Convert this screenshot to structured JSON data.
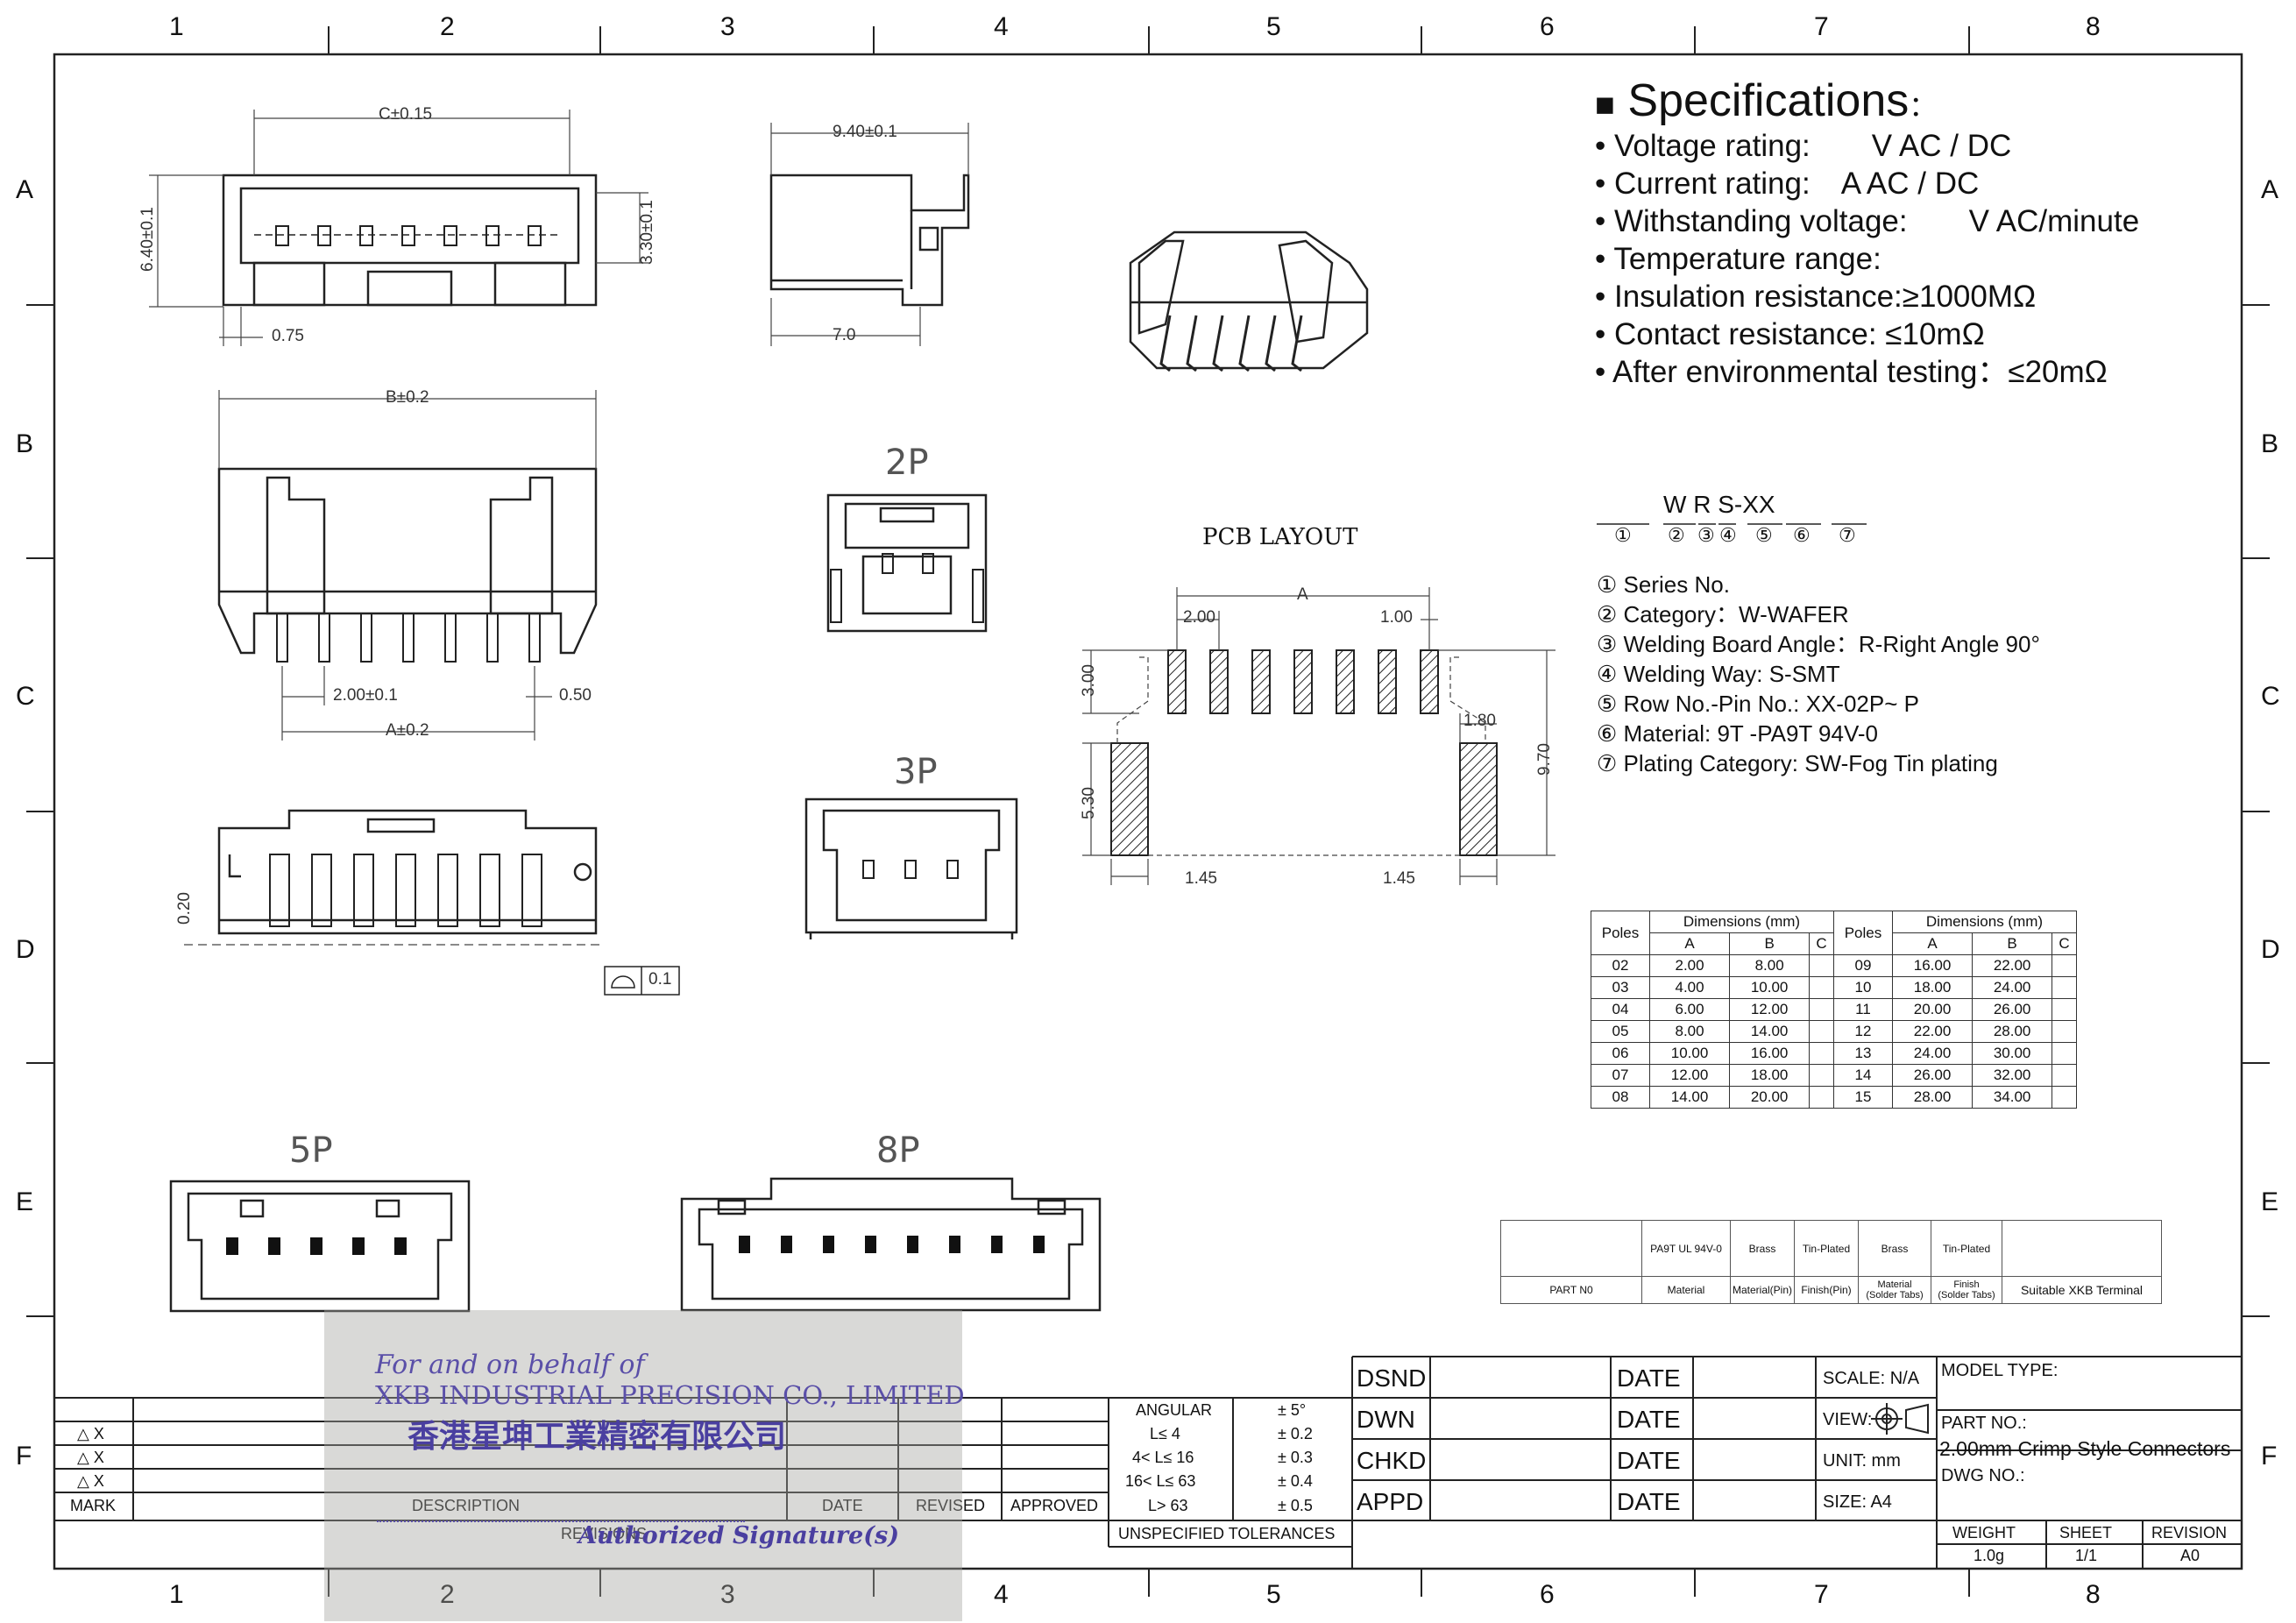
{
  "zones": {
    "cols": [
      "1",
      "2",
      "3",
      "4",
      "5",
      "6",
      "7",
      "8"
    ],
    "rows": [
      "A",
      "B",
      "C",
      "D",
      "E",
      "F"
    ]
  },
  "specs": {
    "title": "Specifications",
    "colon": "：",
    "items": [
      "Voltage rating:　　V AC / DC",
      "Current rating:　A  AC / DC",
      "Withstanding voltage:　　V AC/minute",
      "Temperature range:",
      "Insulation resistance:≥1000MΩ",
      "Contact resistance: ≤10mΩ",
      "After environmental testing：≤20mΩ"
    ]
  },
  "part_code": {
    "code": "W R S-XX",
    "circles": [
      "①",
      "②",
      "③",
      "④",
      "⑤",
      "⑥",
      "⑦"
    ],
    "items": [
      "① Series No.",
      "② Category：W-WAFER",
      "③ Welding Board Angle：R-Right Angle 90°",
      "④ Welding Way:  S-SMT",
      "⑤ Row No.-Pin No.:  XX-02P~    P",
      "⑥ Material:  9T -PA9T  94V-0",
      "⑦ Plating Category: SW-Fog Tin plating"
    ]
  },
  "pcb_layout": {
    "title": "PCB LAYOUT",
    "dims": {
      "pitch": "2.00",
      "a": "A",
      "pad_w": "1.00",
      "h300": "3.00",
      "h530": "5.30",
      "h970": "9.70",
      "d180": "1.80",
      "d145l": "1.45",
      "d145r": "1.45"
    }
  },
  "views": {
    "top": {
      "c": "C±0.15",
      "h": "6.40±0.1",
      "h2": "3.30±0.1",
      "d075": "0.75"
    },
    "side": {
      "w": "9.40±0.1",
      "d7": "7.0"
    },
    "front": {
      "b": "B±0.2",
      "pitch": "2.00±0.1",
      "d050": "0.50",
      "a": "A±0.2"
    },
    "bottom": {
      "d020": "0.20",
      "flat": "0.1"
    }
  },
  "variant_labels": {
    "p2": "2P",
    "p3": "3P",
    "p5": "5P",
    "p8": "8P"
  },
  "dim_table": {
    "head_poles": "Poles",
    "head_dim": "Dimensions (mm)",
    "cols": [
      "A",
      "B",
      "C"
    ],
    "left": [
      [
        "02",
        "2.00",
        "8.00",
        ""
      ],
      [
        "03",
        "4.00",
        "10.00",
        ""
      ],
      [
        "04",
        "6.00",
        "12.00",
        ""
      ],
      [
        "05",
        "8.00",
        "14.00",
        ""
      ],
      [
        "06",
        "10.00",
        "16.00",
        ""
      ],
      [
        "07",
        "12.00",
        "18.00",
        ""
      ],
      [
        "08",
        "14.00",
        "20.00",
        ""
      ]
    ],
    "right": [
      [
        "09",
        "16.00",
        "22.00",
        ""
      ],
      [
        "10",
        "18.00",
        "24.00",
        ""
      ],
      [
        "11",
        "20.00",
        "26.00",
        ""
      ],
      [
        "12",
        "22.00",
        "28.00",
        ""
      ],
      [
        "13",
        "24.00",
        "30.00",
        ""
      ],
      [
        "14",
        "26.00",
        "32.00",
        ""
      ],
      [
        "15",
        "28.00",
        "34.00",
        ""
      ]
    ]
  },
  "material_table": {
    "top": [
      "",
      "PA9T  UL 94V-0",
      "Brass",
      "Tin-Plated",
      "Brass",
      "Tin-Plated",
      ""
    ],
    "bottom": [
      "PART N0",
      "Material",
      "Material(Pin)",
      "Finish(Pin)",
      "Material\n(Solder Tabs)",
      "Finish\n(Solder Tabs)",
      "Suitable XKB Terminal"
    ]
  },
  "revisions": {
    "marks": [
      "△ X",
      "△ X",
      "△ X"
    ],
    "headers": {
      "mark": "MARK",
      "description": "DESCRIPTION",
      "date": "DATE",
      "revised": "REVISED",
      "approved": "APPROVED"
    },
    "label": "REVISIONS"
  },
  "tolerances": {
    "rows": [
      [
        "ANGULAR",
        "± 5°"
      ],
      [
        "L≤ 4",
        "± 0.2"
      ],
      [
        "4< L≤ 16",
        "± 0.3"
      ],
      [
        "16< L≤ 63",
        "± 0.4"
      ],
      [
        "L> 63",
        "± 0.5"
      ]
    ],
    "label": "UNSPECIFIED  TOLERANCES"
  },
  "signoff": {
    "rows": [
      "DSND",
      "DWN",
      "CHKD",
      "APPD"
    ],
    "date": "DATE"
  },
  "info": {
    "scale": "SCALE: N/A",
    "view": "VIEW:",
    "unit": "UNIT:  mm",
    "size": "SIZE:  A4"
  },
  "title_block": {
    "model_type": "MODEL TYPE:",
    "part_no_label": "PART NO.:",
    "part_no": "2.00mm Crimp Style Connectors",
    "dwg_no": "DWG NO.:",
    "weight_label": "WEIGHT",
    "sheet_label": "SHEET",
    "revision_label": "REVISION",
    "weight": "1.0g",
    "sheet": "1/1",
    "revision": "A0"
  },
  "stamp": {
    "line1": "For and on behalf of",
    "line2": "XKB INDUSTRIAL PRECISION CO., LIMITED",
    "line3": "香港星坤工業精密有限公司",
    "line4": "Authorized Signature(s)"
  }
}
